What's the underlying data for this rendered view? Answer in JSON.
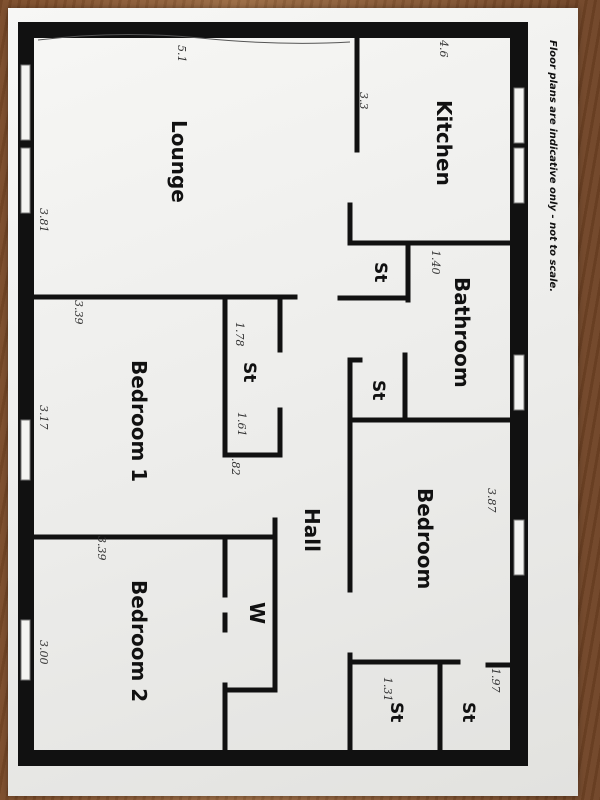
{
  "disclaimer": "Floor plans are indicative only - not to scale.",
  "rooms": {
    "kitchen": "Kitchen",
    "lounge": "Lounge",
    "bathroom": "Bathroom",
    "bedroom": "Bedroom",
    "bedroom1": "Bedroom 1",
    "bedroom2": "Bedroom 2",
    "hall": "Hall",
    "wardrobe": "W",
    "store": "St"
  },
  "handwritten": {
    "n1": "5.1",
    "n2": "4.6",
    "n3": "3.3",
    "n4": "3.81",
    "n5": "3.39",
    "n6": "1.78",
    "n7": "1.40",
    "n8": "3.17",
    "n9": "1.61",
    "n10": ".82",
    "n11": "3.39",
    "n12": "3.00",
    "n13": "3.87",
    "n14": "1.31",
    "n15": "1.97"
  }
}
